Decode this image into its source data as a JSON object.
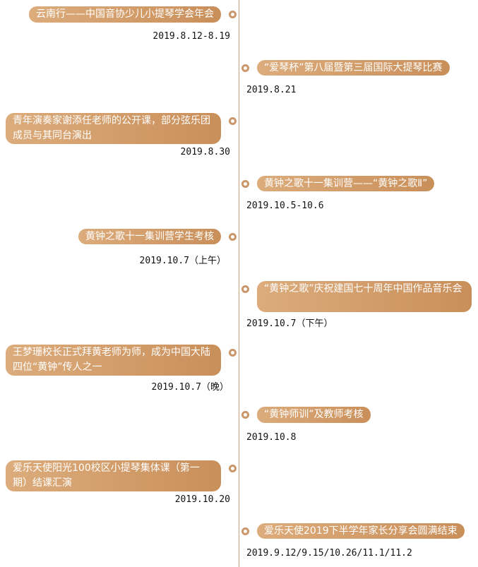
{
  "events": [
    {
      "title": "云南行——中国音协少儿小提琴学会年会",
      "date": "2019.8.12-8.19"
    },
    {
      "title": "“爱琴杯”第八届暨第三届国际大提琴比赛",
      "date": "2019.8.21"
    },
    {
      "title": "青年演奏家谢添任老师的公开课，部分弦乐团成员与其同台演出",
      "date": "2019.8.30"
    },
    {
      "title": "黄钟之歌十一集训营——“黄钟之歌Ⅱ”",
      "date": "2019.10.5-10.6"
    },
    {
      "title": "黄钟之歌十一集训营学生考核",
      "date": "2019.10.7（上午）"
    },
    {
      "title": "“黄钟之歌”庆祝建国七十周年中国作品音乐会",
      "date": "2019.10.7（下午）"
    },
    {
      "title": "王梦珊校长正式拜黄老师为师，成为中国大陆四位“黄钟”传人之一",
      "date": "2019.10.7（晚）"
    },
    {
      "title": "“黄钟师训”及教师考核",
      "date": "2019.10.8"
    },
    {
      "title": "爱乐天使阳光100校区小提琴集体课（第一期）结课汇演",
      "date": "2019.10.20"
    },
    {
      "title": "爱乐天使2019下半学年家长分享会圆满结束",
      "date": "2019.9.12/9.15/10.26/11.1/11.2"
    }
  ]
}
